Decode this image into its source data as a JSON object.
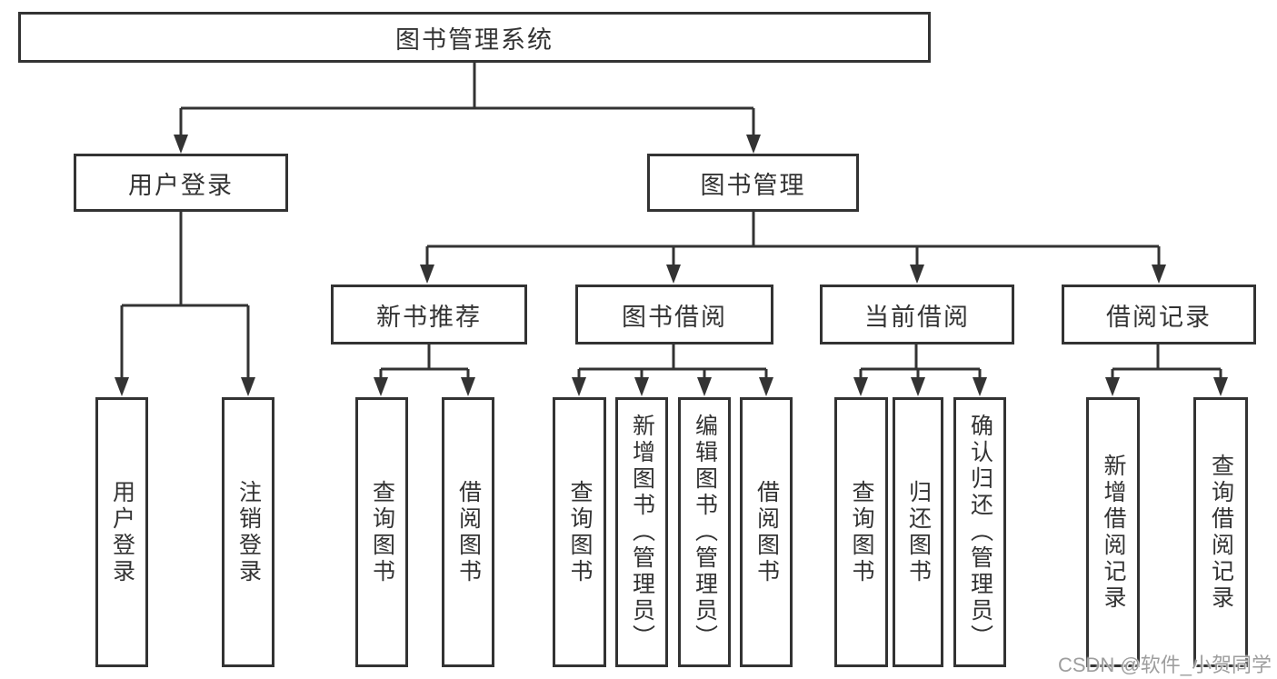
{
  "diagram": {
    "title": "图书管理系统",
    "nodes": {
      "user_login": {
        "label": "用户登录",
        "children": {
          "login": "用户登录",
          "logout": "注销登录"
        }
      },
      "book_management": {
        "label": "图书管理",
        "children": {
          "new_book_recommend": {
            "label": "新书推荐",
            "children": {
              "query_books": "查询图书",
              "borrow_books": "借阅图书"
            }
          },
          "book_borrowing": {
            "label": "图书借阅",
            "children": {
              "query_books": "查询图书",
              "add_books": "新增图书（管理员）",
              "edit_books": "编辑图书（管理员）",
              "borrow_books": "借阅图书"
            }
          },
          "current_borrowing": {
            "label": "当前借阅",
            "children": {
              "query_books": "查询图书",
              "return_books": "归还图书",
              "confirm_return": "确认归还（管理员）"
            }
          },
          "borrowing_records": {
            "label": "借阅记录",
            "children": {
              "add_record": "新增借阅记录",
              "query_record": "查询借阅记录"
            }
          }
        }
      }
    },
    "watermark": "CSDN @软件_小贺同学",
    "colors": {
      "line": "#333333",
      "box_border": "#333333",
      "text": "#333333",
      "watermark_text": "#9e9e9e",
      "background": "#ffffff"
    }
  }
}
